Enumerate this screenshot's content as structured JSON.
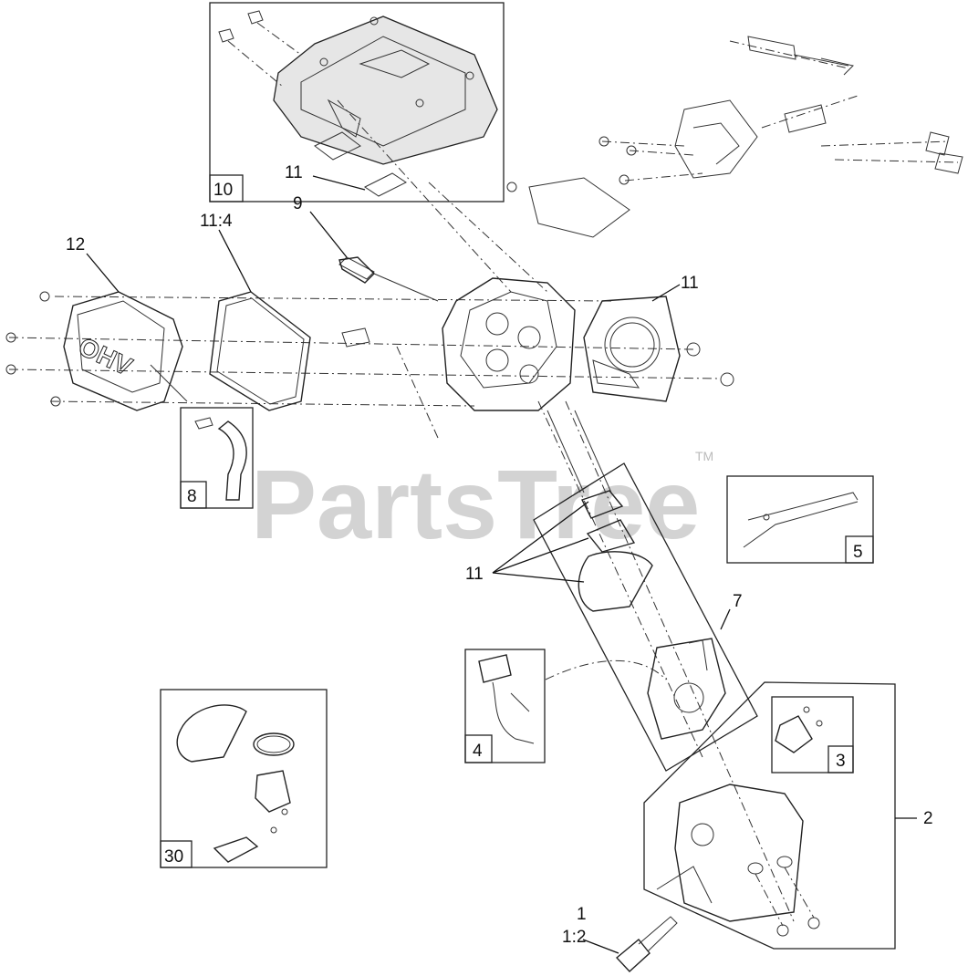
{
  "watermark": {
    "text": "PartsTree",
    "trademark": "TM"
  },
  "diagram": {
    "valve_cover_emboss": "OHV"
  },
  "labels": {
    "10": "10",
    "11a": "11",
    "12": "12",
    "11_4": "11:4",
    "9": "9",
    "11b": "11",
    "8": "8",
    "5": "5",
    "11c": "11",
    "7": "7",
    "4": "4",
    "3": "3",
    "2": "2",
    "30": "30",
    "1": "1",
    "1_2": "1:2"
  }
}
